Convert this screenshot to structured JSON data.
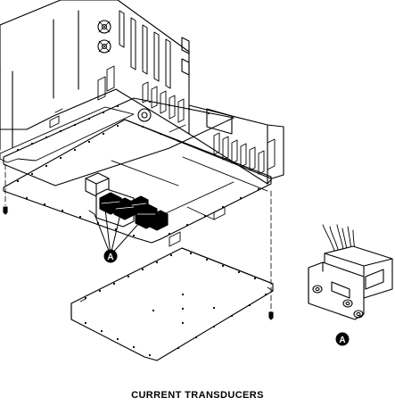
{
  "figure": {
    "caption": "CURRENT TRANSDUCERS",
    "callout_main": "A",
    "callout_detail": "A"
  },
  "colors": {
    "line": "#000000",
    "background": "#ffffff"
  }
}
